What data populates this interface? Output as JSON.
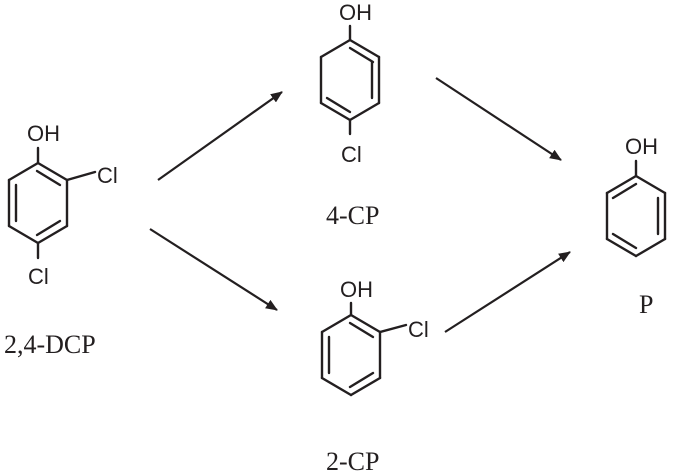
{
  "molecules": {
    "dcp": {
      "oh": "OH",
      "cl_top": "Cl",
      "cl_bottom": "Cl",
      "name": "2,4-DCP"
    },
    "cp4": {
      "oh": "OH",
      "cl": "Cl",
      "name": "4-CP"
    },
    "cp2": {
      "oh": "OH",
      "cl": "Cl",
      "name": "2-CP"
    },
    "phenol": {
      "oh": "OH",
      "name": "P"
    }
  },
  "colors": {
    "ink": "#231f20",
    "background": "#ffffff"
  }
}
